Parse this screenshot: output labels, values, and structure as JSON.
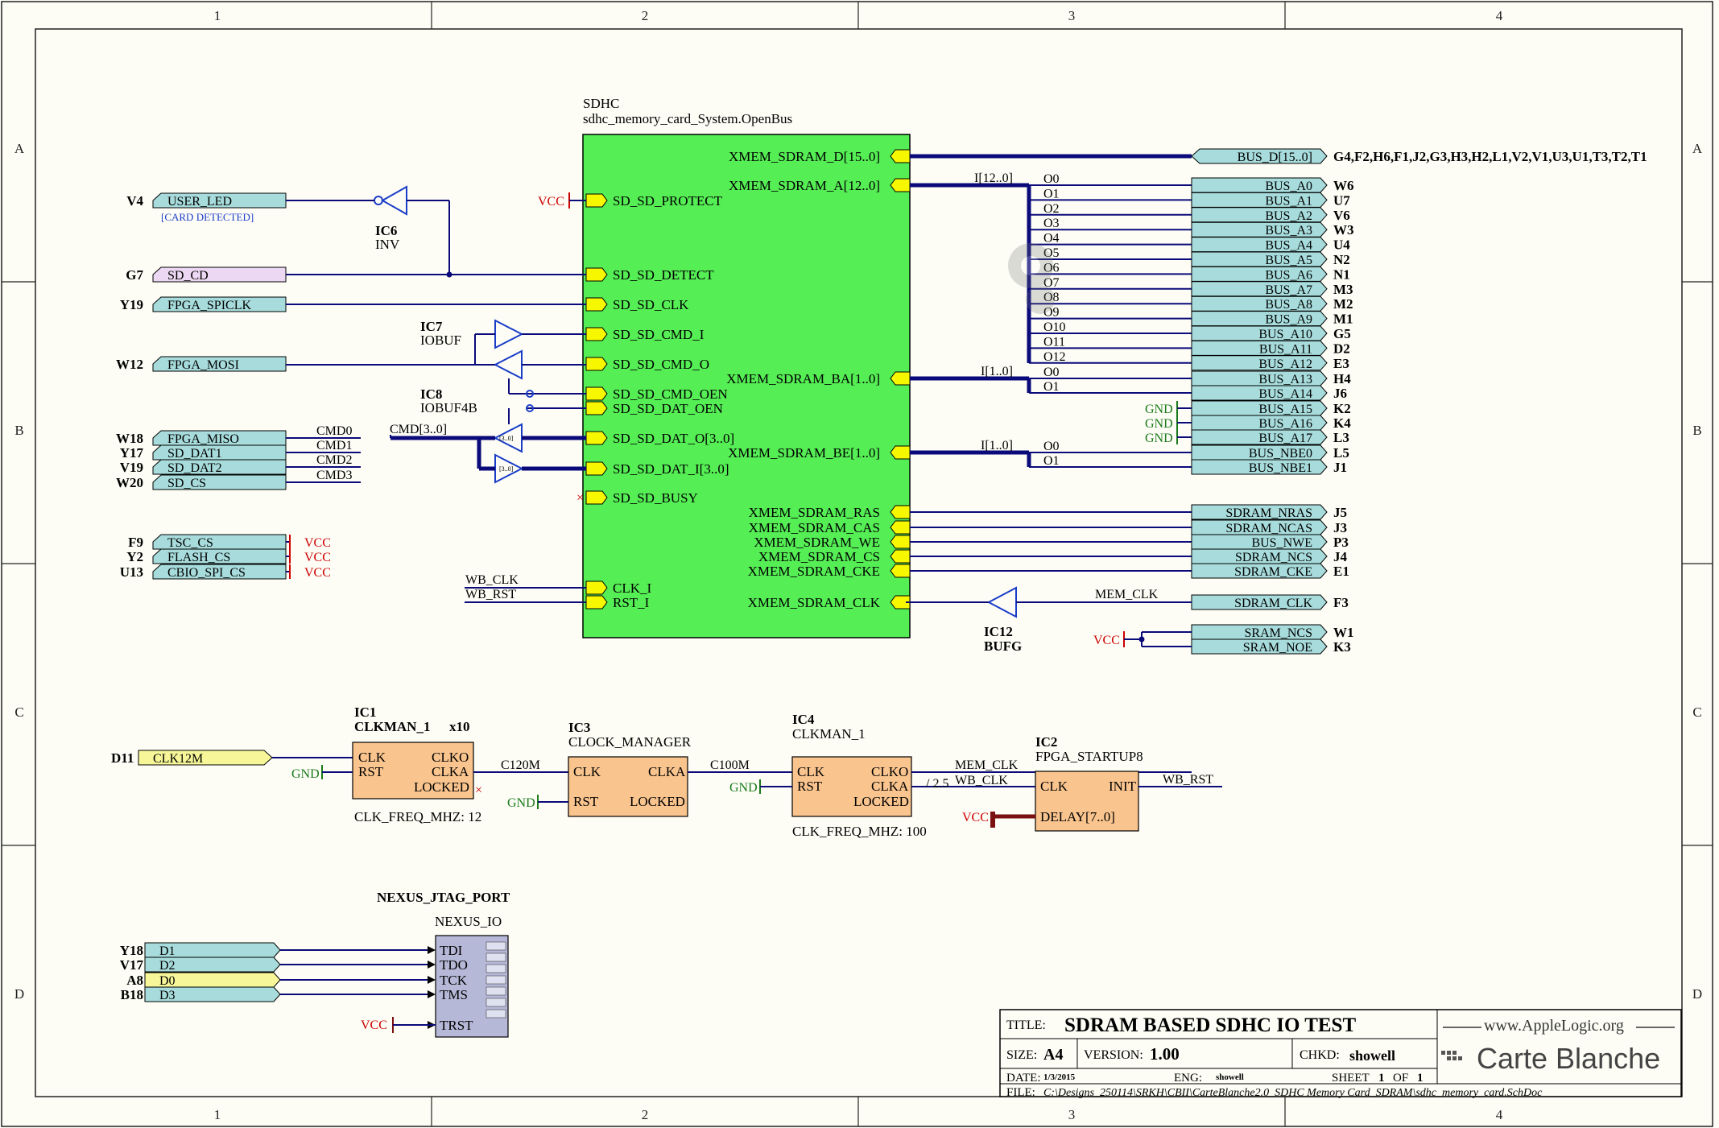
{
  "zone_columns": [
    "1",
    "2",
    "3",
    "4"
  ],
  "zone_rows": [
    "A",
    "B",
    "C",
    "D"
  ],
  "sdhc": {
    "designator": "SDHC",
    "name": "sdhc_memory_card_System.OpenBus",
    "left_pins": [
      "SD_SD_PROTECT",
      "SD_SD_DETECT",
      "SD_SD_CLK",
      "SD_SD_CMD_I",
      "SD_SD_CMD_O",
      "SD_SD_CMD_OEN",
      "SD_SD_DAT_OEN",
      "SD_SD_DAT_O[3..0]",
      "SD_SD_DAT_I[3..0]",
      "SD_SD_BUSY",
      "CLK_I",
      "RST_I"
    ],
    "right_pins": [
      "XMEM_SDRAM_D[15..0]",
      "XMEM_SDRAM_A[12..0]",
      "XMEM_SDRAM_BA[1..0]",
      "XMEM_SDRAM_BE[1..0]",
      "XMEM_SDRAM_RAS",
      "XMEM_SDRAM_CAS",
      "XMEM_SDRAM_WE",
      "XMEM_SDRAM_CS",
      "XMEM_SDRAM_CKE",
      "XMEM_SDRAM_CLK"
    ]
  },
  "left_ports": [
    {
      "pin": "V4",
      "label": "USER_LED"
    },
    {
      "pin": "G7",
      "label": "SD_CD"
    },
    {
      "pin": "Y19",
      "label": "FPGA_SPICLK"
    },
    {
      "pin": "W12",
      "label": "FPGA_MOSI"
    },
    {
      "pin": "W18",
      "label": "FPGA_MISO"
    },
    {
      "pin": "Y17",
      "label": "SD_DAT1"
    },
    {
      "pin": "V19",
      "label": "SD_DAT2"
    },
    {
      "pin": "W20",
      "label": "SD_CS"
    },
    {
      "pin": "F9",
      "label": "TSC_CS"
    },
    {
      "pin": "Y2",
      "label": "FLASH_CS"
    },
    {
      "pin": "U13",
      "label": "CBIO_SPI_CS"
    }
  ],
  "card_detected_note": "[CARD DETECTED]",
  "cmd_nets": [
    "CMD0",
    "CMD1",
    "CMD2",
    "CMD3"
  ],
  "cmd_bus": "CMD[3..0]",
  "vcc": "VCC",
  "gnd": "GND",
  "ic6": {
    "des": "IC6",
    "type": "INV"
  },
  "ic7": {
    "des": "IC7",
    "type": "IOBUF"
  },
  "ic8": {
    "des": "IC8",
    "type": "IOBUF4B"
  },
  "ic12": {
    "des": "IC12",
    "type": "BUFG"
  },
  "buf_tags": [
    "[3..0]",
    "[3..0]"
  ],
  "wb_nets": [
    "WB_CLK",
    "WB_RST"
  ],
  "addr_bus": {
    "in": "I[12..0]",
    "outs": [
      "O0",
      "O1",
      "O2",
      "O3",
      "O4",
      "O5",
      "O6",
      "O7",
      "O8",
      "O9",
      "O10",
      "O11",
      "O12"
    ]
  },
  "ba_bus": {
    "in": "I[1..0]",
    "outs": [
      "O0",
      "O1"
    ]
  },
  "be_bus": {
    "in": "I[1..0]",
    "outs": [
      "O0",
      "O1"
    ]
  },
  "bus_d": {
    "label": "BUS_D[15..0]",
    "pins": "G4,F2,H6,F1,J2,G3,H3,H2,L1,V2,V1,U3,U1,T3,T2,T1"
  },
  "right_ports": [
    {
      "label": "BUS_A0",
      "pin": "W6"
    },
    {
      "label": "BUS_A1",
      "pin": "U7"
    },
    {
      "label": "BUS_A2",
      "pin": "V6"
    },
    {
      "label": "BUS_A3",
      "pin": "W3"
    },
    {
      "label": "BUS_A4",
      "pin": "U4"
    },
    {
      "label": "BUS_A5",
      "pin": "N2"
    },
    {
      "label": "BUS_A6",
      "pin": "N1"
    },
    {
      "label": "BUS_A7",
      "pin": "M3"
    },
    {
      "label": "BUS_A8",
      "pin": "M2"
    },
    {
      "label": "BUS_A9",
      "pin": "M1"
    },
    {
      "label": "BUS_A10",
      "pin": "G5"
    },
    {
      "label": "BUS_A11",
      "pin": "D2"
    },
    {
      "label": "BUS_A12",
      "pin": "E3"
    },
    {
      "label": "BUS_A13",
      "pin": "H4"
    },
    {
      "label": "BUS_A14",
      "pin": "J6"
    },
    {
      "label": "BUS_A15",
      "pin": "K2"
    },
    {
      "label": "BUS_A16",
      "pin": "K4"
    },
    {
      "label": "BUS_A17",
      "pin": "L3"
    },
    {
      "label": "BUS_NBE0",
      "pin": "L5"
    },
    {
      "label": "BUS_NBE1",
      "pin": "J1"
    }
  ],
  "ctrl_ports": [
    {
      "label": "SDRAM_NRAS",
      "pin": "J5"
    },
    {
      "label": "SDRAM_NCAS",
      "pin": "J3"
    },
    {
      "label": "BUS_NWE",
      "pin": "P3"
    },
    {
      "label": "SDRAM_NCS",
      "pin": "J4"
    },
    {
      "label": "SDRAM_CKE",
      "pin": "E1"
    },
    {
      "label": "SDRAM_CLK",
      "pin": "F3"
    },
    {
      "label": "SRAM_NCS",
      "pin": "W1"
    },
    {
      "label": "SRAM_NOE",
      "pin": "K3"
    }
  ],
  "mem_clk": "MEM_CLK",
  "clk12m": {
    "pin": "D11",
    "label": "CLK12M"
  },
  "ic1": {
    "des": "IC1",
    "type": "CLKMAN_1",
    "mult": "x10",
    "pins": [
      "CLK",
      "RST",
      "CLKO",
      "CLKA",
      "LOCKED"
    ],
    "param": "CLK_FREQ_MHZ: 12"
  },
  "c120m": "C120M",
  "ic3": {
    "des": "IC3",
    "type": "CLOCK_MANAGER",
    "pins": [
      "CLK",
      "RST",
      "CLKA",
      "LOCKED"
    ]
  },
  "c100m": "C100M",
  "ic4": {
    "des": "IC4",
    "type": "CLKMAN_1",
    "pins": [
      "CLK",
      "RST",
      "CLKO",
      "CLKA",
      "LOCKED"
    ],
    "param": "CLK_FREQ_MHZ: 100"
  },
  "div": "/ 2.5",
  "ic2": {
    "des": "IC2",
    "type": "FPGA_STARTUP8",
    "pins": [
      "CLK",
      "INIT",
      "DELAY[7..0]"
    ]
  },
  "jtag": {
    "des": "NEXUS_JTAG_PORT",
    "type": "NEXUS_IO",
    "pins": [
      "TDI",
      "TDO",
      "TCK",
      "TMS",
      "TRST"
    ],
    "ports": [
      {
        "pin": "Y18",
        "label": "D1"
      },
      {
        "pin": "V17",
        "label": "D2"
      },
      {
        "pin": "A8",
        "label": "D0"
      },
      {
        "pin": "B18",
        "label": "D3"
      }
    ]
  },
  "title_block": {
    "title_label": "TITLE:",
    "title": "SDRAM BASED SDHC IO TEST",
    "size_label": "SIZE:",
    "size": "A4",
    "version_label": "VERSION:",
    "version": "1.00",
    "chkd_label": "CHKD:",
    "chkd": "showell",
    "date_label": "DATE:",
    "date": "1/3/2015",
    "eng_label": "ENG:",
    "eng": "showell",
    "sheet_label": "SHEET",
    "sheet": "1",
    "of_label": "OF",
    "of": "1",
    "file_label": "FILE:",
    "file": "C:\\Designs_250114\\SRKH\\CBII\\CarteBlanche2.0_SDHC Memory Card_SDRAM\\sdhc_memory_card.SchDoc",
    "logo_site": "www.AppleLogic.org",
    "logo": "Carte Blanche"
  }
}
